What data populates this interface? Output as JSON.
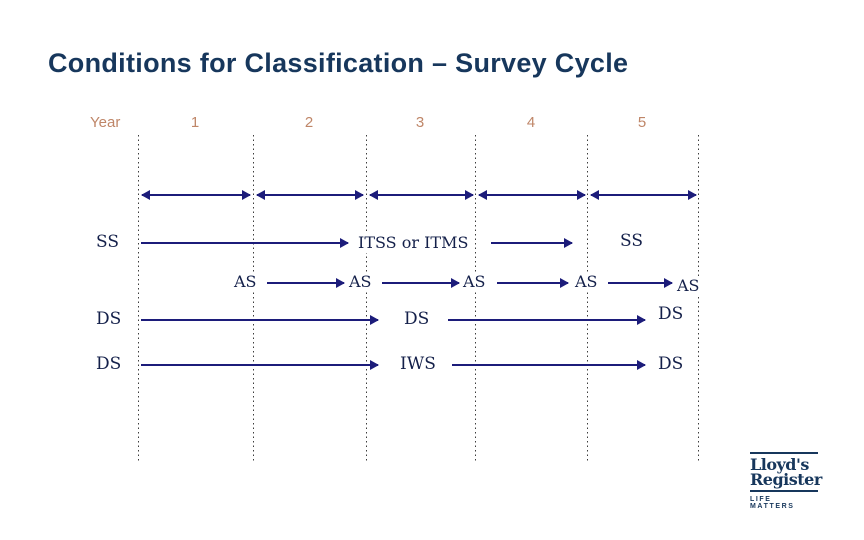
{
  "slide": {
    "title": "Conditions for Classification – Survey Cycle"
  },
  "timeline": {
    "year_label": "Year",
    "years": [
      "1",
      "2",
      "3",
      "4",
      "5"
    ]
  },
  "rows": {
    "ss": {
      "start_label": "SS",
      "mid_label": "ITSS or ITMS",
      "end_label": "SS"
    },
    "as": {
      "labels": [
        "AS",
        "AS",
        "AS",
        "AS",
        "AS"
      ]
    },
    "ds1": {
      "labels": [
        "DS",
        "DS",
        "DS"
      ]
    },
    "ds2": {
      "labels": [
        "DS",
        "IWS",
        "DS"
      ]
    }
  },
  "logo": {
    "line1": "Lloyd's",
    "line2": "Register",
    "tagline": "LIFE MATTERS"
  },
  "colors": {
    "title": "#17375c",
    "year": "#bf8668",
    "arrow": "#1c1c7a",
    "label": "#14204a"
  }
}
